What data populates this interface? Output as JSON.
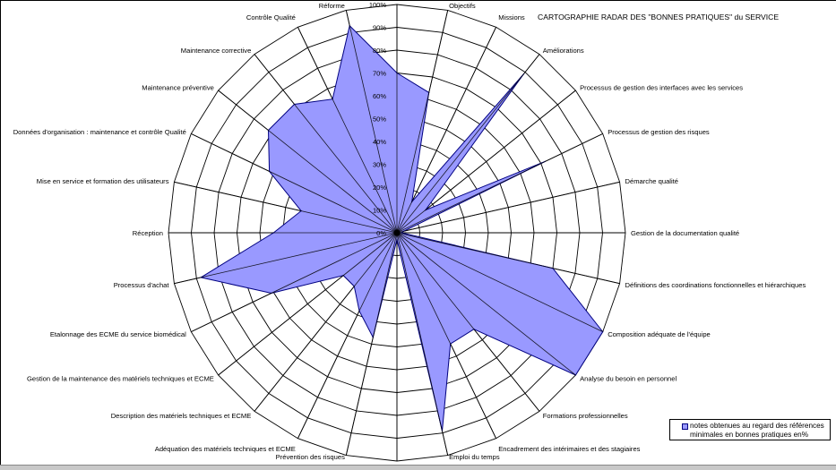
{
  "chart_data": {
    "type": "radar",
    "title": "CARTOGRAPHIE RADAR DES \"BONNES PRATIQUES\" du SERVICE",
    "categories": [
      "",
      "Objectifs",
      "Missions",
      "Améliorations",
      "Processus de gestion des interfaces avec les services",
      "Processus de gestion des risques",
      "Démarche qualité",
      "Gestion de la documentation qualité",
      "Définitions des coordinations fonctionnelles et hiérarchiques",
      "Composition adéquate de l'équipe",
      "Analyse du besoin en personnel",
      "Formations professionnelles",
      "Encadrement des intérimaires et des stagiaires",
      "Emploi du temps",
      "",
      "Prévention des risques",
      "Adéquation des matériels techniques et ECME",
      "Description des matériels techniques et ECME",
      "Gestion de la maintenance des matériels techniques et ECME",
      "Etalonnage des ECME du service biomédical",
      "Processus d'achat",
      "Réception",
      "Mise en service et formation des utilisateurs",
      "Données d'organisation : maintenance et contrôle Qualité",
      "Maintenance préventive",
      "Maintenance corrective",
      "Contrôle Qualité",
      "Réforme"
    ],
    "series": [
      {
        "name": "notes obtenues au regard des références minimales en bonnes pratiques en%",
        "values": [
          70,
          63,
          15,
          89,
          16,
          72,
          3,
          2,
          70,
          100,
          100,
          54,
          54,
          89,
          3,
          47,
          38,
          30,
          30,
          61,
          88,
          54,
          43,
          62,
          72,
          72,
          65,
          93
        ],
        "color": "#9999ff",
        "stroke": "#000080"
      }
    ],
    "rlim": [
      0,
      100
    ],
    "tick_labels": [
      "0%",
      "10%",
      "20%",
      "30%",
      "40%",
      "50%",
      "60%",
      "70%",
      "80%",
      "90%",
      "100%"
    ],
    "grid": true,
    "legend_position": "bottom-right"
  }
}
